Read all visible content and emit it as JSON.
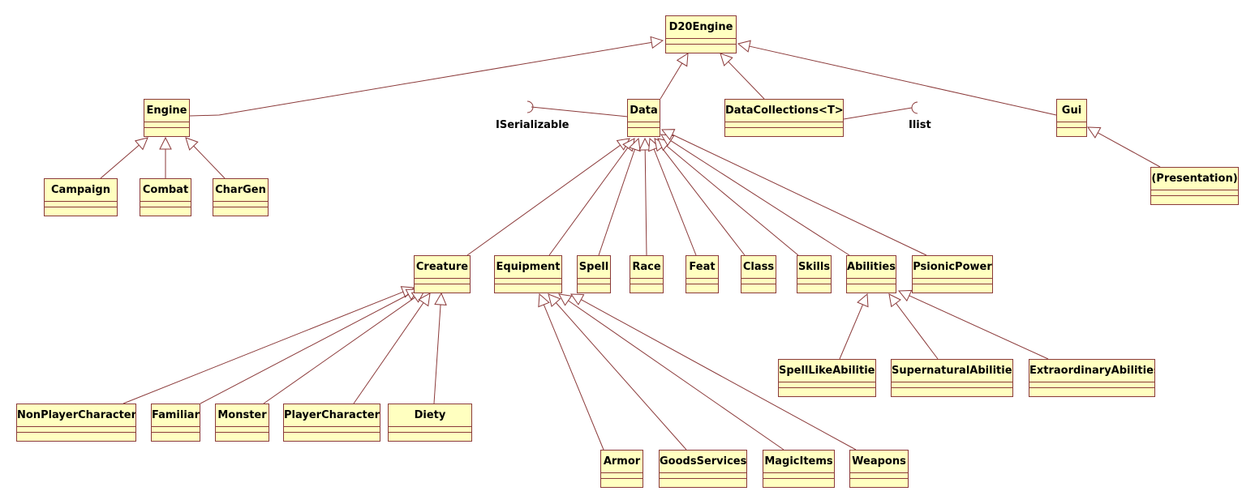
{
  "theme": {
    "fill": "#ffffc0",
    "line": "#8b3a3a"
  },
  "classes": {
    "d20engine": "D20Engine",
    "engine": "Engine",
    "data": "Data",
    "datacollections": "DataCollections<T>",
    "gui": "Gui",
    "campaign": "Campaign",
    "combat": "Combat",
    "chargen": "CharGen",
    "presentation": "(Presentation)",
    "creature": "Creature",
    "equipment": "Equipment",
    "spell": "Spell",
    "race": "Race",
    "feat": "Feat",
    "class": "Class",
    "skills": "Skills",
    "abilities": "Abilities",
    "psionicpower": "PsionicPower",
    "spelllikeabilities": "SpellLikeAbilities",
    "supernaturalabilities": "SupernaturalAbilities",
    "extraordinaryabilities": "ExtraordinaryAbilities",
    "nonplayercharacter": "NonPlayerCharacter",
    "familiar": "Familiar",
    "monster": "Monster",
    "playercharacter": "PlayerCharacter",
    "diety": "Diety",
    "armor": "Armor",
    "goodsservices": "GoodsServices",
    "magicitems": "MagicItems",
    "weapons": "Weapons"
  },
  "interfaces": {
    "iserializable": "ISerializable",
    "ilist": "Ilist"
  }
}
